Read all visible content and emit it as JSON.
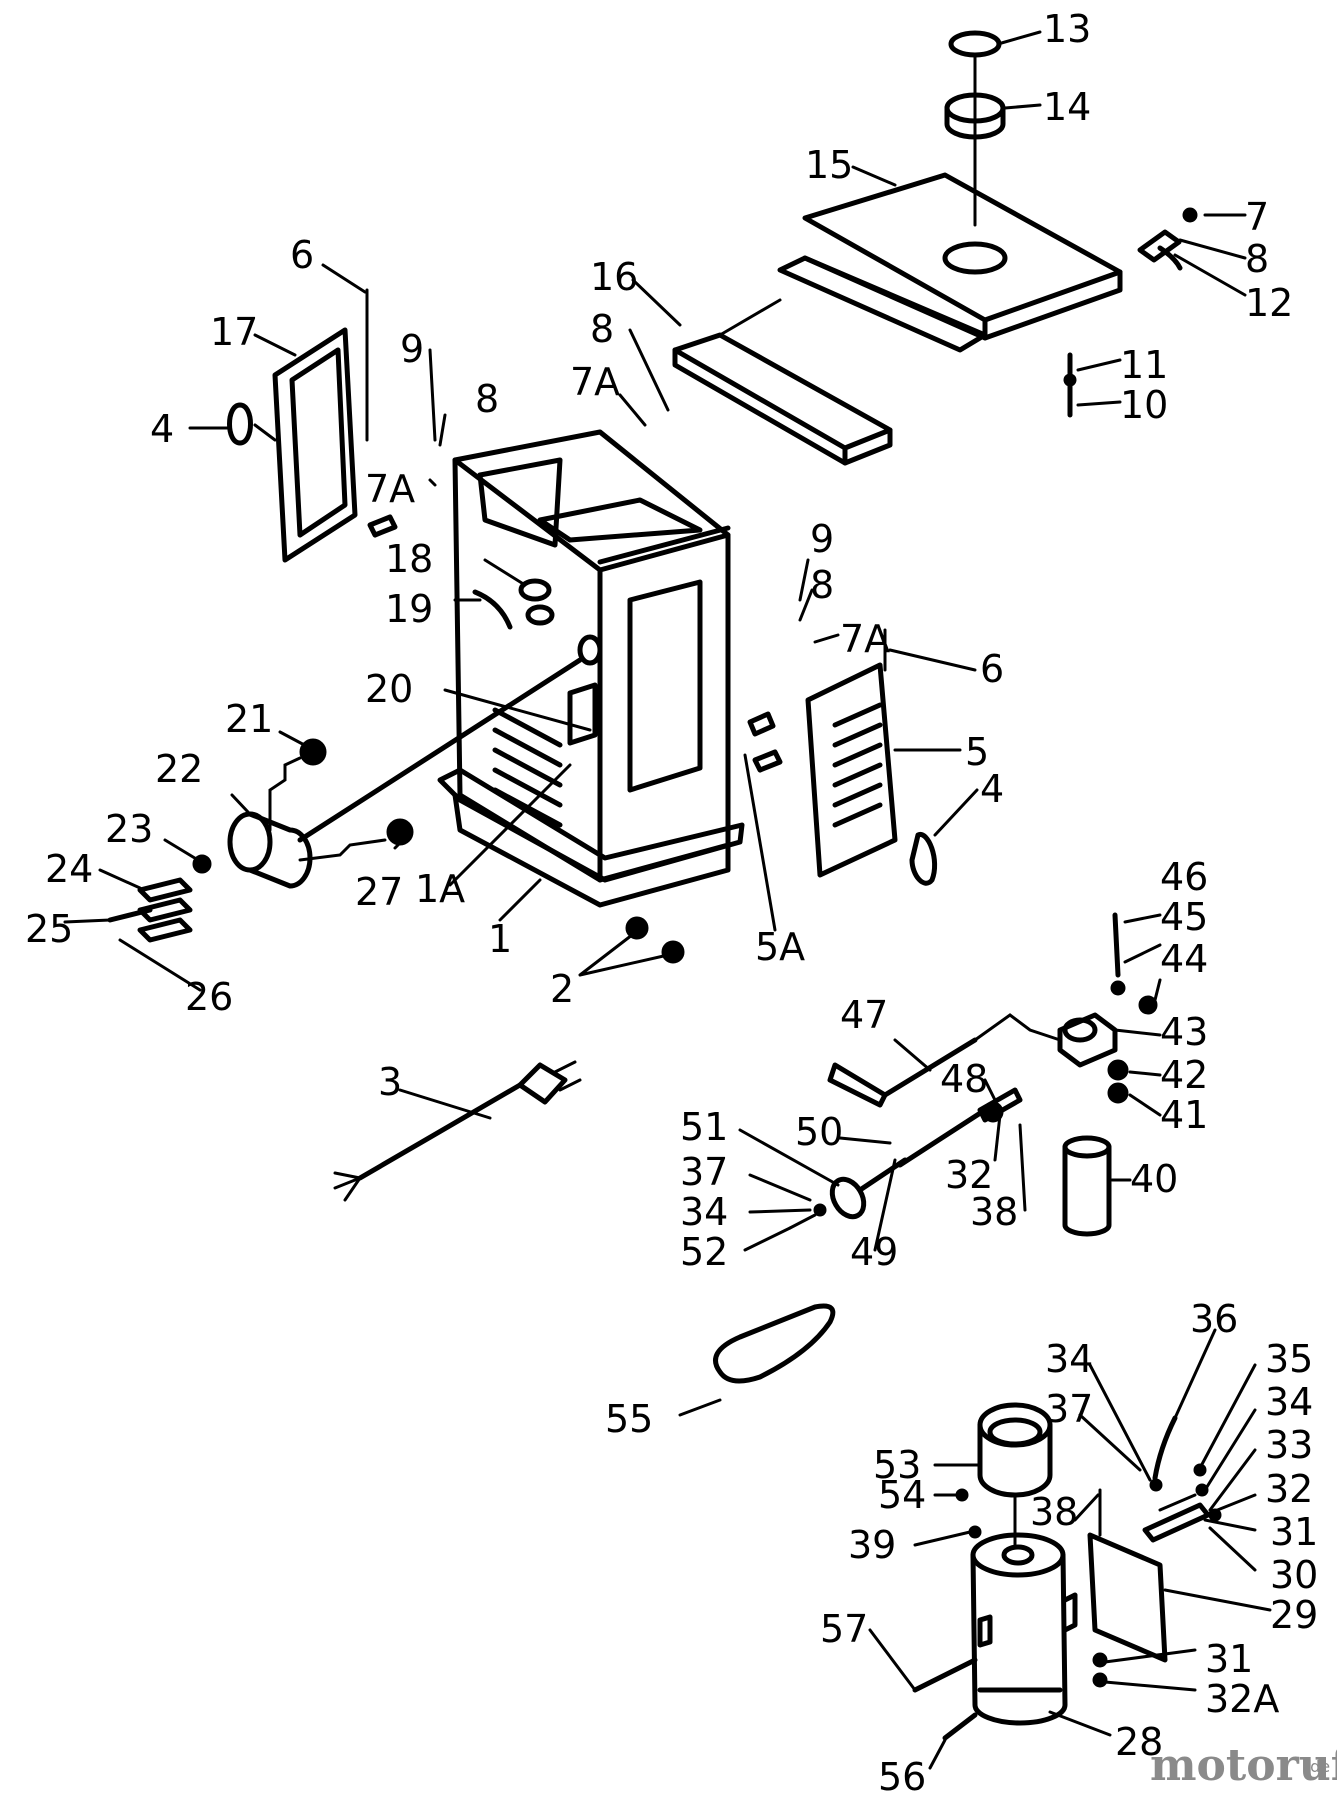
{
  "labels": {
    "l13": "13",
    "l14": "14",
    "l15": "15",
    "l7": "7",
    "l8a": "8",
    "l12": "12",
    "l11": "11",
    "l10": "10",
    "l16": "16",
    "l8b": "8",
    "l7Aa": "7A",
    "l6a": "6",
    "l17": "17",
    "l9a": "9",
    "l8c": "8",
    "l4a": "4",
    "l7Ab": "7A",
    "l18": "18",
    "l19": "19",
    "l9b": "9",
    "l8d": "8",
    "l7Ac": "7A",
    "l6b": "6",
    "l20": "20",
    "l5": "5",
    "l21": "21",
    "l22": "22",
    "l4b": "4",
    "l23": "23",
    "l1A": "1A",
    "l24": "24",
    "l25": "25",
    "l27": "27",
    "l1": "1",
    "l5A": "5A",
    "l26": "26",
    "l2": "2",
    "l46": "46",
    "l45": "45",
    "l44": "44",
    "l47": "47",
    "l43": "43",
    "l3": "3",
    "l48": "48",
    "l42": "42",
    "l41": "41",
    "l51": "51",
    "l50": "50",
    "l37a": "37",
    "l32a": "32",
    "l40": "40",
    "l34a": "34",
    "l38a": "38",
    "l52": "52",
    "l49": "49",
    "l36": "36",
    "l34b": "34",
    "l35": "35",
    "l37b": "37",
    "l34c": "34",
    "l55": "55",
    "l33": "33",
    "l53": "53",
    "l32b": "32",
    "l54": "54",
    "l38b": "38",
    "l31a": "31",
    "l39": "39",
    "l30": "30",
    "l29": "29",
    "l57": "57",
    "l31b": "31",
    "l32A": "32A",
    "l28": "28",
    "l56": "56"
  },
  "watermark": {
    "name": "motoruf",
    "tld": ".de"
  }
}
